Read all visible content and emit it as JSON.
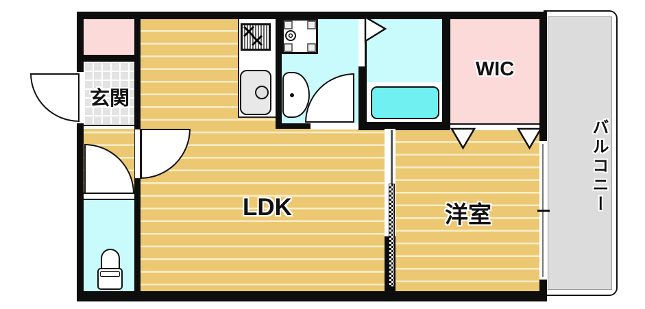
{
  "floorplan": {
    "labels": {
      "genkan": "玄関",
      "ldk": "LDK",
      "yoshitsu": "洋室",
      "wic": "WIC",
      "balcony": "バルコニー"
    },
    "fixtures": [
      "gas-stove",
      "kitchen-sink",
      "washer-pan",
      "wash-basin",
      "bathtub",
      "toilet"
    ],
    "door_symbols": [
      "entrance-swing-door",
      "ldk-swing-door",
      "toilet-swing-door",
      "washroom-swing-door",
      "bathroom-folding-door",
      "wic-folding-doors",
      "sliding-door-partition",
      "sliding-window"
    ],
    "colors": {
      "wall": "#0d0d0d",
      "flooring": "#ecc873",
      "flooring_stripe": "#f8eeca",
      "closet_pink": "#fcdada",
      "wet_area_cyan": "#c9fafc",
      "bathtub_cyan": "#70f0f0",
      "entrance_tile": "#e3e3e3",
      "balcony_gray": "#dcdcdc"
    }
  }
}
